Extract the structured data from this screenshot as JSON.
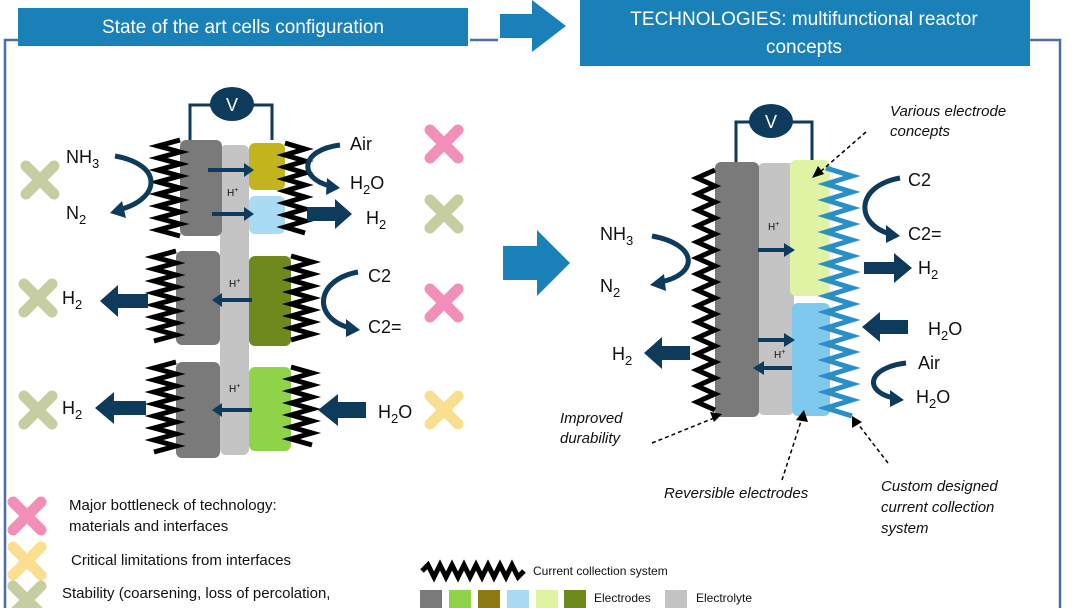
{
  "headers": {
    "left": "State of the art cells configuration",
    "right_line1": "TECHNOLOGIES: multifunctional reactor",
    "right_line2": "concepts"
  },
  "colors": {
    "header_blue": "#1a80b8",
    "dark_arrow": "#0e3a5c",
    "frame_blue": "#4a6fa5",
    "electrolyte": "#c4c4c4",
    "electrode_gray": "#7a7a7a",
    "electrode_olive": "#c2b41c",
    "electrode_lightblue": "#a9dcf4",
    "electrode_darkgreen": "#6f8a1c",
    "electrode_green": "#8fd34b",
    "electrode_lightgreen": "#dff3a3",
    "cross_pink": "#f28fb8",
    "cross_yellow": "#f9df8f",
    "cross_green": "#c6cda0"
  },
  "left": {
    "voltmeter": "V",
    "proton": "H+",
    "proton_base": "H",
    "proton_sup": "+",
    "cell1": {
      "nh3_base": "NH",
      "nh3_sub": "3",
      "n2_base": "N",
      "n2_sub": "2",
      "air": "Air",
      "h2o_base": "H",
      "h2o_sub": "2",
      "h2o_tail": "O",
      "h2_base": "H",
      "h2_sub": "2"
    },
    "cell2": {
      "h2_base": "H",
      "h2_sub": "2",
      "c2": "C2",
      "c2eq": "C2="
    },
    "cell3": {
      "h2_base": "H",
      "h2_sub": "2",
      "h2o_base": "H",
      "h2o_sub": "2",
      "h2o_tail": "O"
    }
  },
  "right": {
    "voltmeter": "V",
    "proton_base": "H",
    "proton_sup": "+",
    "nh3_base": "NH",
    "nh3_sub": "3",
    "n2_base": "N",
    "n2_sub": "2",
    "h2_left_base": "H",
    "h2_left_sub": "2",
    "c2": "C2",
    "c2eq": "C2=",
    "h2_right_base": "H",
    "h2_right_sub": "2",
    "h2o_in_base": "H",
    "h2o_in_sub": "2",
    "h2o_in_tail": "O",
    "air": "Air",
    "h2o_out_base": "H",
    "h2o_out_sub": "2",
    "h2o_out_tail": "O",
    "ann_various_1": "Various electrode",
    "ann_various_2": "concepts",
    "ann_durability_1": "Improved",
    "ann_durability_2": "durability",
    "ann_reversible": "Reversible electrodes",
    "ann_custom_1": "Custom designed",
    "ann_custom_2": "current collection",
    "ann_custom_3": "system"
  },
  "legend_left": {
    "item1_line1": "Major bottleneck of technology:",
    "item1_line2": "materials and interfaces",
    "item2": "Critical limitations from interfaces",
    "item3": "Stability (coarsening, loss of percolation,"
  },
  "legend_right": {
    "current_collection": "Current collection system",
    "electrodes": "Electrodes",
    "electrolyte": "Electrolyte"
  }
}
